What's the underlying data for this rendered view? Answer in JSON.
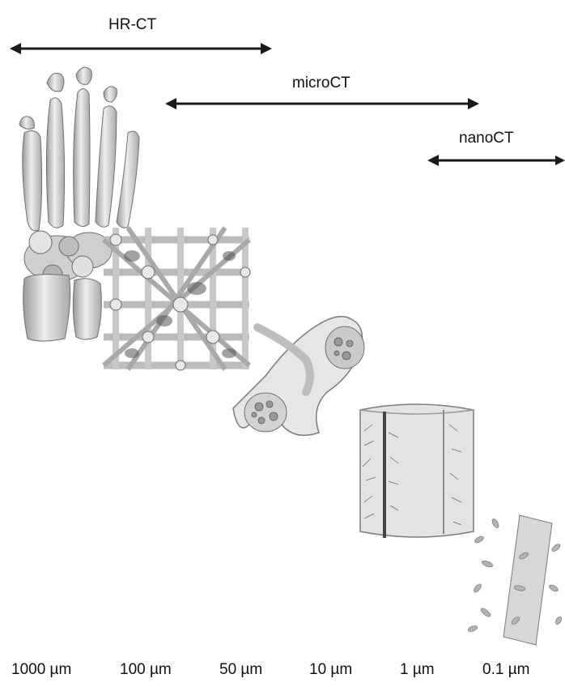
{
  "ranges": [
    {
      "label": "HR-CT"
    },
    {
      "label": "microCT"
    },
    {
      "label": "nanoCT"
    }
  ],
  "scale_labels": [
    "1000 µm",
    "100 µm",
    "50 µm",
    "10 µm",
    "1 µm",
    "0.1 µm"
  ],
  "colors": {
    "arrow": "#1a1a1a",
    "bone_fill": "#c9c9c9",
    "bone_light": "#e6e6e6",
    "bone_dark": "#8a8a8a"
  },
  "images": [
    {
      "name": "hand-skeleton-icon"
    },
    {
      "name": "trabecular-bone-icon"
    },
    {
      "name": "single-trabecula-icon"
    },
    {
      "name": "cortical-lamella-icon"
    },
    {
      "name": "collagen-fibril-icon"
    }
  ]
}
